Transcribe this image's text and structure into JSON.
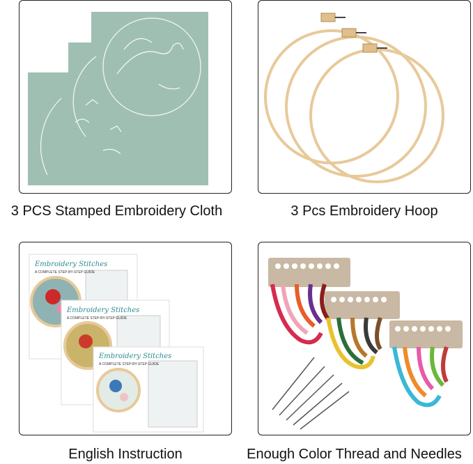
{
  "panels": [
    {
      "caption": "3 PCS Stamped Embroidery Cloth"
    },
    {
      "caption": "3 Pcs Embroidery Hoop"
    },
    {
      "caption": "English Instruction"
    },
    {
      "caption": "Enough Color Thread and Needles"
    }
  ],
  "guides": {
    "title": "Embroidery Stitches",
    "subtitle": "A COMPLETE STEP-BY-STEP GUIDE"
  },
  "colors": {
    "cloth": "#9fbfb2",
    "hoop_wood": "#e8c99a",
    "card": "#c9b8a3",
    "guide_teal": "#2a8a8f"
  }
}
